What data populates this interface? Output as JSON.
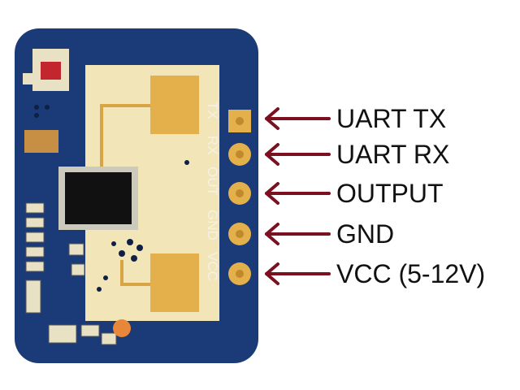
{
  "board": {
    "pcb_color": "#1a3a78",
    "gold_color": "#e3b04b",
    "silkscreen_labels": [
      "TX",
      "RX",
      "OUT",
      "GND",
      "VCC"
    ]
  },
  "callouts": [
    {
      "label": "UART TX"
    },
    {
      "label": "UART RX"
    },
    {
      "label": "OUTPUT"
    },
    {
      "label": "GND"
    },
    {
      "label": "VCC (5-12V)"
    }
  ],
  "arrow_color": "#7a1020"
}
